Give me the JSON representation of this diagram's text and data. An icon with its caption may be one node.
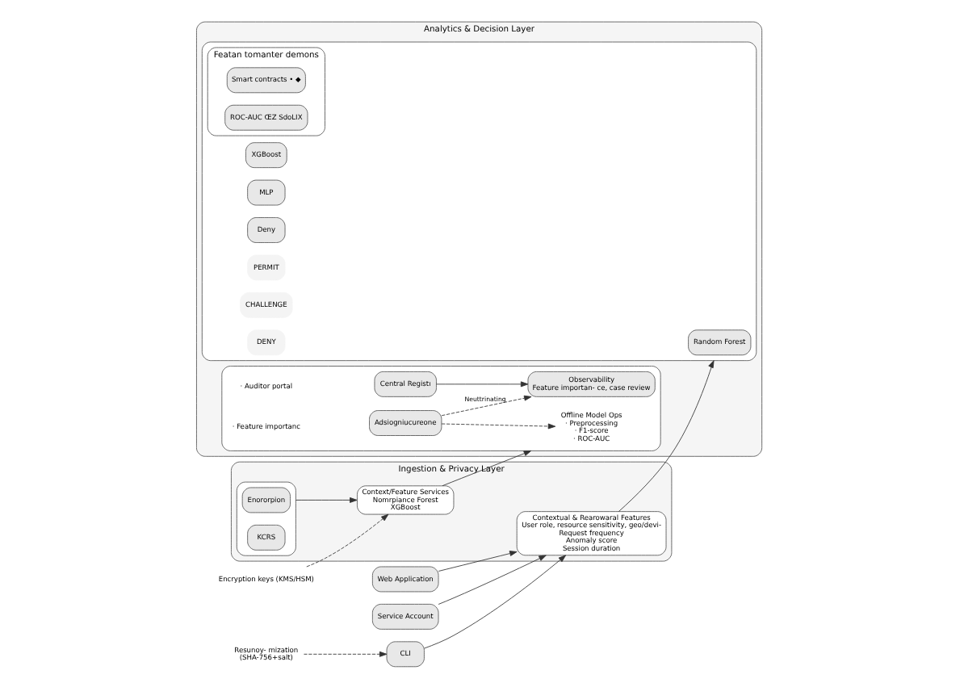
{
  "diagram": {
    "nodes": [
      {
        "text": [
          "Ingestion & Privacy Layer"
        ]
      },
      {
        "text": [
          "Contextual & Rearowaral Features",
          "User role, resource sensitivity, geo/devi-",
          "Request frequency",
          "Anomaly score",
          "Session duration"
        ],
        "in": 0
      },
      {
        "text": [],
        "shape": "box",
        "in": 0
      },
      {
        "text": [
          "Enororpion"
        ],
        "in": 2
      },
      {
        "text": [
          "KCRS"
        ],
        "in": 2
      },
      {
        "text": [
          "Context/Feature Services",
          "Nomrpiance Forest",
          "XGBoost"
        ],
        "in": 0
      },
      {
        "text": [
          "Analytics & Decision Layer"
        ]
      },
      {
        "text": [],
        "shape": "box",
        "in": 6
      },
      {
        "text": [
          "Random Forest"
        ],
        "in": 7
      },
      {
        "text": [
          "XGBoost"
        ],
        "in": 7
      },
      {
        "text": [
          "MLP"
        ],
        "in": 7
      },
      {
        "text": [
          "Deny"
        ],
        "in": 7
      },
      {
        "text": [
          "PERMIT"
        ],
        "in": 7
      },
      {
        "text": [
          "CHALLENGE"
        ],
        "in": 7
      },
      {
        "text": [
          "DENY"
        ],
        "in": 7
      },
      {
        "text": [
          "Featan tomanter demons"
        ],
        "in": 7
      },
      {
        "text": [
          "Smart contracts • ◆"
        ],
        "in": 15
      },
      {
        "text": [
          "ROC-AUC ŒZ SdoLIX"
        ],
        "in": 15
      },
      {
        "text": [],
        "shape": "box",
        "in": 6
      },
      {
        "text": [
          "Offline Model Ops",
          "· Preprocessing",
          "· F1-score",
          "· ROC-AUC"
        ],
        "in": 18
      },
      {
        "text": [
          "Adsiogniucureone"
        ],
        "in": 18
      },
      {
        "text": [
          "Central Registı"
        ],
        "in": 18
      },
      {
        "text": [
          "Observability",
          "Feature importan- ce, case review"
        ],
        "in": 18
      },
      {
        "text": [
          "Web Application"
        ]
      },
      {
        "text": [
          "Service Account"
        ]
      },
      {
        "text": [
          "CLI"
        ]
      },
      {
        "text": [
          "Resunoy- mization",
          "(SHA-756+salt)"
        ]
      },
      {
        "text": [
          "Encryption keys (KMS/HSM)"
        ]
      }
    ],
    "edges": [
      {
        "from": 23,
        "to": 1,
        "arrow": "to"
      },
      {
        "from": 24,
        "to": 1,
        "arrow": "to"
      },
      {
        "from": 25,
        "to": 1,
        "arrow": "to"
      },
      {
        "from": 26,
        "to": 25,
        "arrow": "to",
        "style": "dashed"
      },
      {
        "from": 27,
        "to": 5,
        "arrow": "to",
        "style": "dashed"
      },
      {
        "from": 2,
        "to": 5,
        "arrow": "to"
      },
      {
        "from": 1,
        "to": 7,
        "arrow": "to"
      },
      {
        "from": 5,
        "to": 18,
        "arrow": "to"
      },
      {
        "from": 20,
        "to": 19,
        "arrow": "to",
        "style": "dashed"
      },
      {
        "from": 20,
        "to": 22,
        "label": "Neuttrinating",
        "arrow": "to",
        "style": "dashed"
      },
      {
        "from": 21,
        "to": 22,
        "arrow": "to"
      }
    ],
    "labels": [
      "· Auditor portal",
      "· Feature importanc"
    ]
  }
}
